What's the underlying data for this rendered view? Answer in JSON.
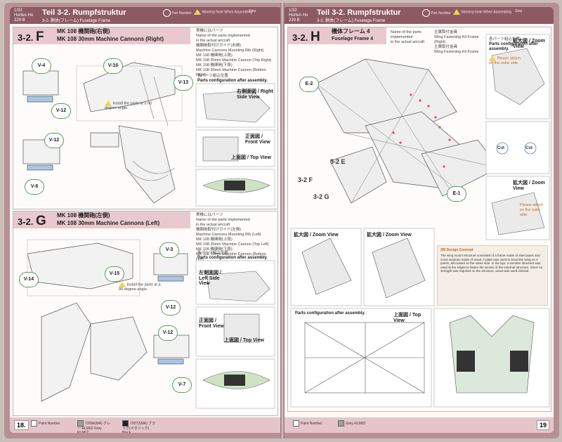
{
  "colors": {
    "header": "#8d5a63",
    "band": "#e9c9cd",
    "partCircle": "#5a9c54",
    "bluePart": "#7ea8d8",
    "cut": "#4a7fb6"
  },
  "icons": {
    "warning": "warning-triangle-icon",
    "part_number": "part-number-circle-icon"
  },
  "left": {
    "header": {
      "scale": "1/32 Horten Ho 229 B",
      "title": "Teil 3-2. Rumpfstruktur",
      "subtitle": "3-2. 胴体(フレーム)   Fuselage Frame",
      "legend_part": "Part Number",
      "legend_warning": "Warning Note When Assembling",
      "legend_step": "Step"
    },
    "sectionF": {
      "num": "3-2.",
      "letter": "F",
      "jp": "MK 108 機関砲(右側)",
      "en": "MK 108 30mm Machine Cannons (Right)",
      "note_title": "実機にはパーツ",
      "note1": "Name of the parts implemented",
      "note2": "in the actual aircraft",
      "items": [
        "機関砲取付けガイド(右側)",
        "Machine Cannons Mounting Rib (Right)",
        "MK 108 機関砲(上段)",
        "MK 108 30mm Machine Cannon (Top Right)",
        "MK 108 機関砲(下段)",
        "MK 108 30mm Machine Cannon (Bottom Right)"
      ],
      "parts": [
        "V-4",
        "V-16",
        "V-13",
        "V-12",
        "V-12",
        "V-6"
      ],
      "angle_note": "Install the parts at a 90 degree angle.",
      "config_jp": "各パーツ組込位置",
      "config_en": "Parts configuration after assembly.",
      "views": [
        "右側面図 / Right Side View",
        "正面図 / Front View",
        "上面図 / Top View"
      ]
    },
    "sectionG": {
      "num": "3-2.",
      "letter": "G",
      "jp": "MK 108 機関砲(左側)",
      "en": "MK 108 30mm Machine Cannons (Left)",
      "note_title": "実機にはパーツ",
      "note1": "Name of the parts implemented",
      "note2": "in the actual aircraft",
      "items": [
        "機関砲取付けガイド(左側)",
        "Machine Cannons Mounting Rib (Left)",
        "MK 108 機関砲(上段)",
        "MK 108 30mm Machine Cannon (Top Left)",
        "MK 108 機関砲(下段)",
        "MK 108 30mm Machine Cannon (Bottom Left)"
      ],
      "parts": [
        "V-14",
        "V-15",
        "V-3",
        "V-12",
        "V-12",
        "V-7"
      ],
      "angle_note": "Install the parts at a 90 degree angle.",
      "config_jp": "各パーツ組込位置",
      "config_en": "Parts configuration after assembly.",
      "views": [
        "左側面図 / Left Side View",
        "正面図 / Front View",
        "上面図 / Top View"
      ]
    },
    "footer": {
      "paint_number": "Paint Number",
      "c1": "72084(MA) グレー RLM02 Grey RLM02",
      "c2": "72072(MA) ブラック(メタリック) Black"
    },
    "page_number": "18."
  },
  "right": {
    "header": {
      "scale": "1/32 Horten Ho 229 B",
      "title": "Teil 3-2. Rumpfstruktur",
      "subtitle": "3-2. 胴体(フレーム)   Fuselage Frame",
      "legend_part": "Part Number",
      "legend_warning": "Warning Note When Assembling",
      "legend_step": "Step"
    },
    "sectionH": {
      "num": "3-2.",
      "letter": "H",
      "jp": "機体フレーム 4",
      "en": "Fuselage Frame 4",
      "note1": "Name of the parts implemented",
      "note2": "in the actual aircraft",
      "items": [
        "主翼取付金具",
        "Wing Fastening Kit Frame (Right)",
        "主翼取付金具",
        "Wing Fastening Kit Frame"
      ],
      "config_jp": "各パーツ組込位置",
      "config_en": "Parts configuration after assembly.",
      "parts": [
        "E-2",
        "E-1"
      ],
      "steps": [
        "3-2 E",
        "3-2 F",
        "3-2 G"
      ],
      "zoom1": "拡大図 / Zoom View",
      "zoom2": "拡大図 / Zoom View",
      "zoom3": "拡大図 / Zoom View",
      "zoom4": "拡大図 / Zoom View",
      "attach_note": "Please attach on the outer side.",
      "cut_label": "Cut",
      "guide_note": "Please attach on the outer side.",
      "info_title": "ZM Design Concept",
      "info_body": "The wing mount structure consisted of a frame made of steel pipes and cross sections made of wood. A plate was used to bond the wing on 4 points, all located on the same side. In the tips, a wooden structure was used at the edges to fasten the arrows of the external structure. Since no strength was required on the structure, wood was used instead.",
      "top_view_config": "Parts configuration after assembly.",
      "top_view": "上面図 / Top View"
    },
    "footer": {
      "paint_number": "Paint Number",
      "c1": "Grey RLM02"
    },
    "page_number": "19"
  }
}
